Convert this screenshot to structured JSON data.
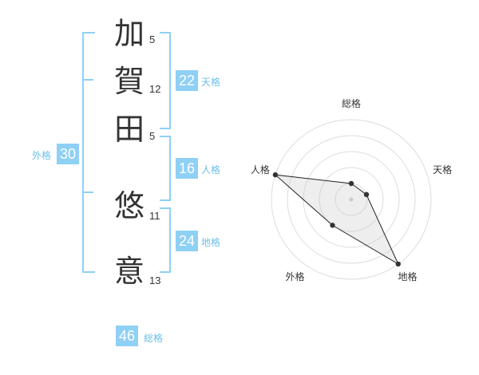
{
  "name": {
    "characters": [
      {
        "char": "加",
        "strokes": "5"
      },
      {
        "char": "賀",
        "strokes": "12"
      },
      {
        "char": "田",
        "strokes": "5"
      },
      {
        "char": "悠",
        "strokes": "11"
      },
      {
        "char": "意",
        "strokes": "13"
      }
    ]
  },
  "kaku": {
    "tenkaku": {
      "value": "22",
      "label": "天格"
    },
    "jinkaku": {
      "value": "16",
      "label": "人格"
    },
    "chikaku": {
      "value": "24",
      "label": "地格"
    },
    "gaikaku": {
      "value": "30",
      "label": "外格"
    },
    "soukaku": {
      "value": "46",
      "label": "総格"
    }
  },
  "colors": {
    "accent": "#8fd0f5",
    "label": "#6cbfe9"
  },
  "chart_data": {
    "type": "radar",
    "axes": [
      "総格",
      "天格",
      "地格",
      "外格",
      "人格"
    ],
    "values": [
      1,
      1,
      5,
      2,
      5
    ],
    "range": [
      0,
      5
    ]
  }
}
